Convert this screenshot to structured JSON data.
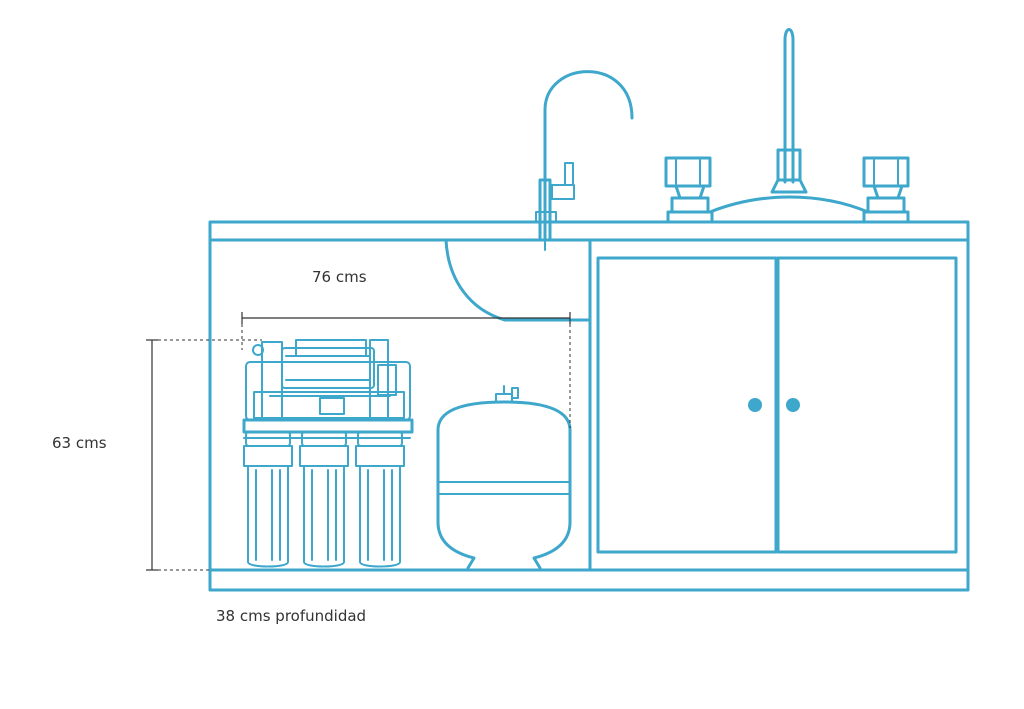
{
  "colors": {
    "line": "#3ea7cc",
    "dimension": "#333333",
    "background": "#ffffff"
  },
  "dimensions": {
    "width_label": "76 cms",
    "height_label": "63 cms",
    "depth_label": "38 cms profundidad"
  },
  "icons": [
    "ro-filter-unit-icon",
    "pressure-tank-icon",
    "ro-faucet-icon",
    "kitchen-tap-icon",
    "cabinet-door-icon",
    "door-knob-icon"
  ]
}
